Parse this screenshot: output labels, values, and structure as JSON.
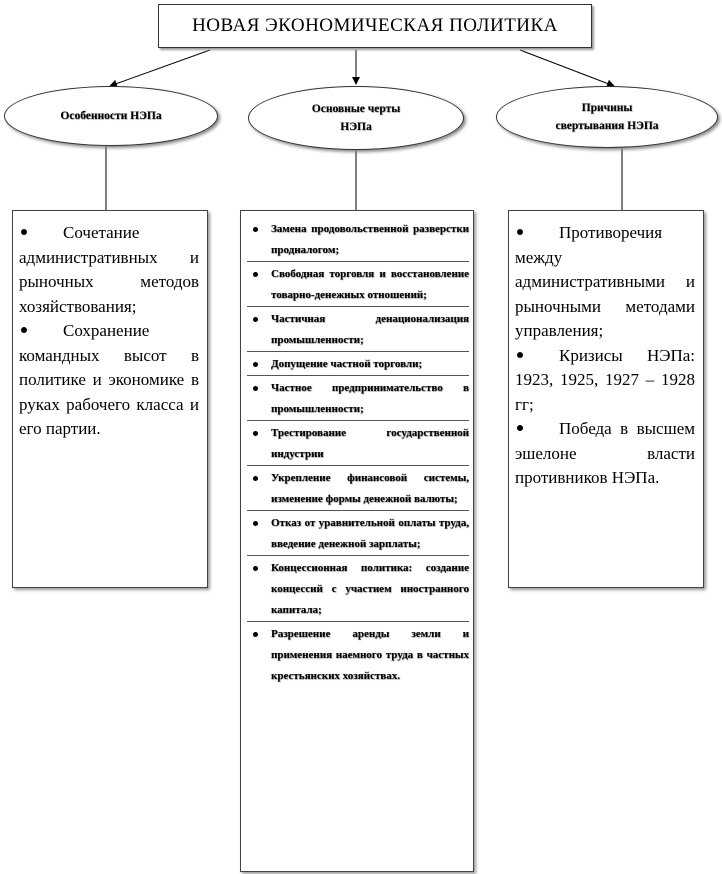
{
  "title": "НОВАЯ ЭКОНОМИЧЕСКАЯ ПОЛИТИКА",
  "columns": [
    {
      "heading": "Особенности НЭПа",
      "items": [
        "Сочетание административных и рыночных методов хозяйствования;",
        "Сохранение командных высот в политике и экономике в руках рабочего класса и его партии."
      ]
    },
    {
      "heading": "Основные черты НЭПа",
      "items": [
        "Замена продовольственной разверстки продналогом;",
        "Свободная торговля и восстановление товарно-денежных отношений;",
        "Частичная денационализация промышленности;",
        "Допущение частной торговли;",
        "Частное предпринимательство в промышленности;",
        "Трестирование государственной индустрии",
        "Укрепление финансовой системы, изменение формы денежной валюты;",
        "Отказ от уравнительной оплаты труда, введение денежной зарплаты;",
        "Концессионная политика: создание концессий с участием иностранного капитала;",
        "Разрешение аренды земли и применения наемного труда в частных крестьянских хозяйствах."
      ]
    },
    {
      "heading": "Причины свертывания НЭПа",
      "items": [
        "Противоречия между административными и рыночными методами управления;",
        "Кризисы НЭПа: 1923, 1925, 1927 – 1928 гг;",
        "Победа в высшем эшелоне власти противников НЭПа."
      ]
    }
  ]
}
